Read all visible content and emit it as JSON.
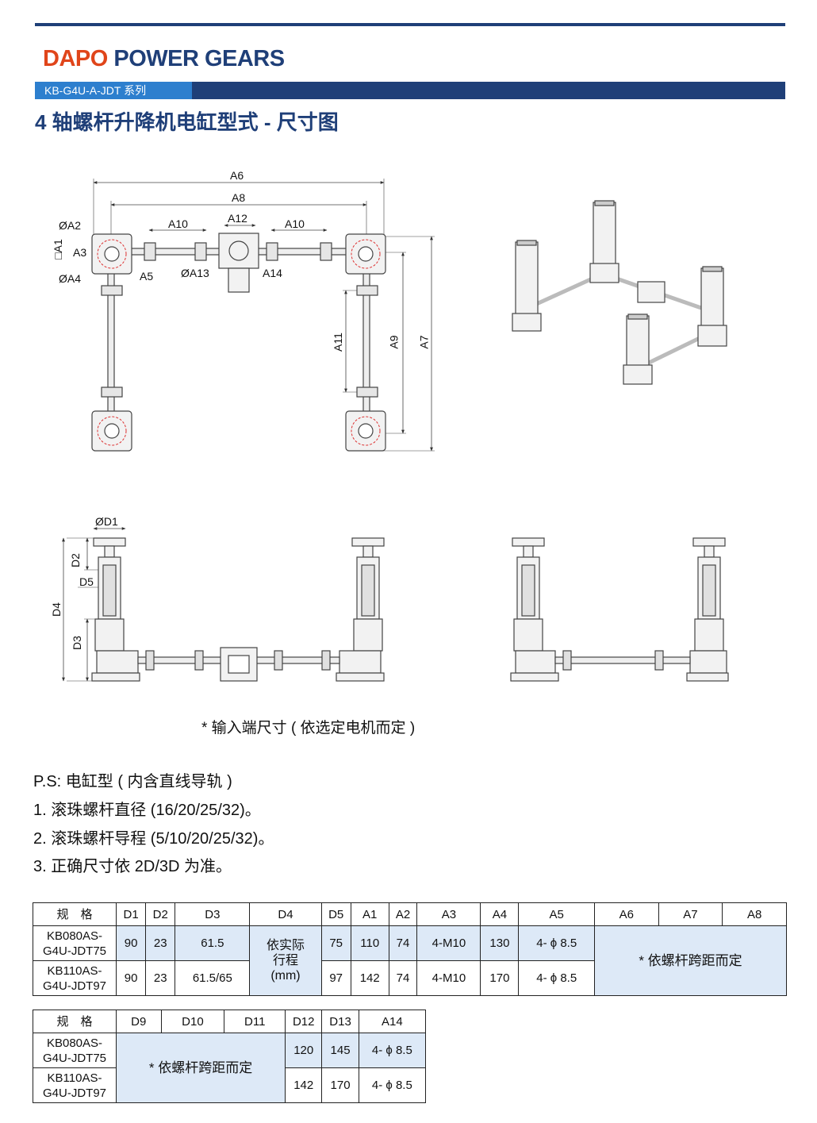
{
  "header": {
    "brand_part1": "DAPO",
    "brand_part2": " POWER GEARS",
    "series": "KB-G4U-A-JDT 系列",
    "title": "4 轴螺杆升降机电缸型式 - 尺寸图"
  },
  "colors": {
    "navy": "#1f3f78",
    "blue": "#2d7fce",
    "orange": "#e0451a",
    "cell_shade": "#dde9f7"
  },
  "drawing_labels": {
    "a6": "A6",
    "a8": "A8",
    "a10_left": "A10",
    "a10_right": "A10",
    "a12": "A12",
    "a2": "ØA2",
    "a1": "□A1",
    "a3": "A3",
    "a4": "ØA4",
    "a5": "A5",
    "a13": "ØA13",
    "a14": "A14",
    "a11": "A11",
    "a9": "A9",
    "a7": "A7",
    "d1": "ØD1",
    "d2": "D2",
    "d5": "D5",
    "d4": "D4",
    "d3": "D3"
  },
  "note_input": "* 输入端尺寸 ( 依选定电机而定 )",
  "ps": {
    "heading": "P.S: 电缸型 ( 内含直线导轨 )",
    "item1": "1. 滚珠螺杆直径 (16/20/25/32)。",
    "item2": "2. 滚珠螺杆导程 (5/10/20/25/32)。",
    "item3": "3. 正确尺寸依 2D/3D 为准。"
  },
  "table1": {
    "headers": [
      "规　格",
      "D1",
      "D2",
      "D3",
      "D4",
      "D5",
      "A1",
      "A2",
      "A3",
      "A4",
      "A5",
      "A6",
      "A7",
      "A8"
    ],
    "rows": [
      {
        "model_l1": "KB080AS-",
        "model_l2": "G4U-JDT75",
        "d1": "90",
        "d2": "23",
        "d3": "61.5",
        "d5": "75",
        "a1": "110",
        "a2": "74",
        "a3": "4-M10",
        "a4": "130",
        "a5": "4- ϕ 8.5"
      },
      {
        "model_l1": "KB110AS-",
        "model_l2": "G4U-JDT97",
        "d1": "90",
        "d2": "23",
        "d3": "61.5/65",
        "d5": "97",
        "a1": "142",
        "a2": "74",
        "a3": "4-M10",
        "a4": "170",
        "a5": "4- ϕ 8.5"
      }
    ],
    "d4_l1": "依实际",
    "d4_l2": "行程",
    "d4_l3": "(mm)",
    "a678": "* 依螺杆跨距而定"
  },
  "table2": {
    "headers": [
      "规　格",
      "D9",
      "D10",
      "D11",
      "D12",
      "D13",
      "A14"
    ],
    "rows": [
      {
        "model_l1": "KB080AS-",
        "model_l2": "G4U-JDT75",
        "d12": "120",
        "d13": "145",
        "a14": "4- ϕ 8.5"
      },
      {
        "model_l1": "KB110AS-",
        "model_l2": "G4U-JDT97",
        "d12": "142",
        "d13": "170",
        "a14": "4- ϕ 8.5"
      }
    ],
    "d9_11": "* 依螺杆跨距而定"
  }
}
